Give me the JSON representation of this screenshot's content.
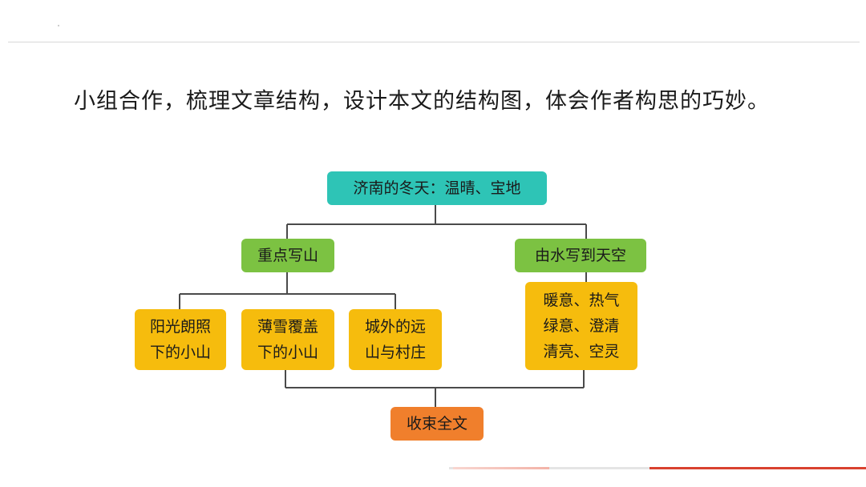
{
  "instruction": "小组合作，梳理文章结构，设计本文的结构图，体会作者构思的巧妙。",
  "colors": {
    "root": "#2ec4b6",
    "section": "#7cc242",
    "detail": "#f6bc0d",
    "conclusion": "#f07f2c",
    "connector": "#4a4a4a",
    "accent_bar": "#d9412f"
  },
  "diagram": {
    "root": "济南的冬天：温晴、宝地",
    "branches": [
      {
        "label": "重点写山",
        "children": [
          {
            "lines": [
              "阳光朗照",
              "下的小山"
            ]
          },
          {
            "lines": [
              "薄雪覆盖",
              "下的小山"
            ]
          },
          {
            "lines": [
              "城外的远",
              "山与村庄"
            ]
          }
        ]
      },
      {
        "label": "由水写到天空",
        "children": [
          {
            "lines": [
              "暖意、热气",
              "绿意、澄清",
              "清亮、空灵"
            ]
          }
        ]
      }
    ],
    "conclusion": "收束全文"
  }
}
